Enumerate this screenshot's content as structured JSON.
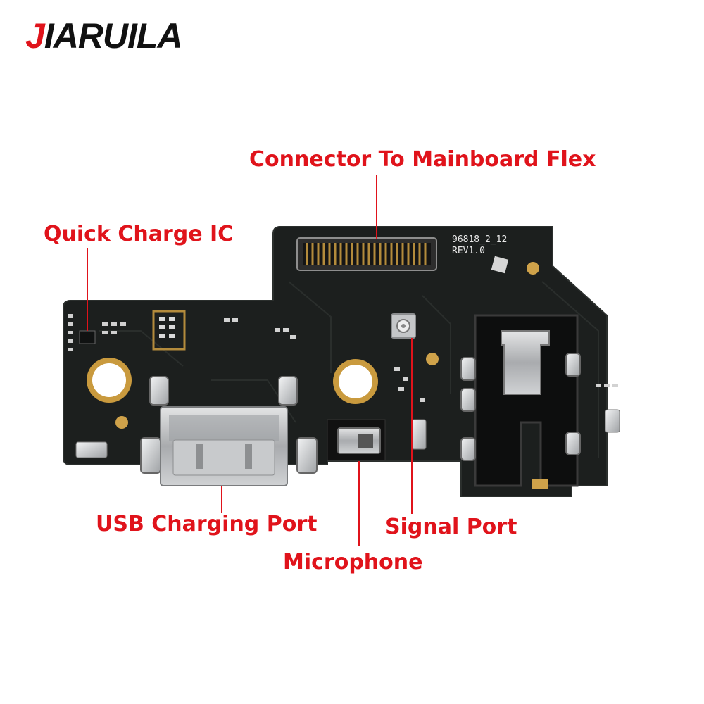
{
  "brand": {
    "first_letter": "J",
    "rest": "IARUILA"
  },
  "labels": {
    "connector": "Connector To Mainboard Flex",
    "quick_charge": "Quick Charge IC",
    "usb": "USB Charging Port",
    "signal": "Signal Port",
    "microphone": "Microphone"
  },
  "board": {
    "part_number": "96818_2_12",
    "revision": "REV1.0"
  },
  "colors": {
    "label": "#e0131b",
    "pcb": "#1c1f1e",
    "pad": "#cfa24a",
    "metal": "#b9bbbd"
  }
}
